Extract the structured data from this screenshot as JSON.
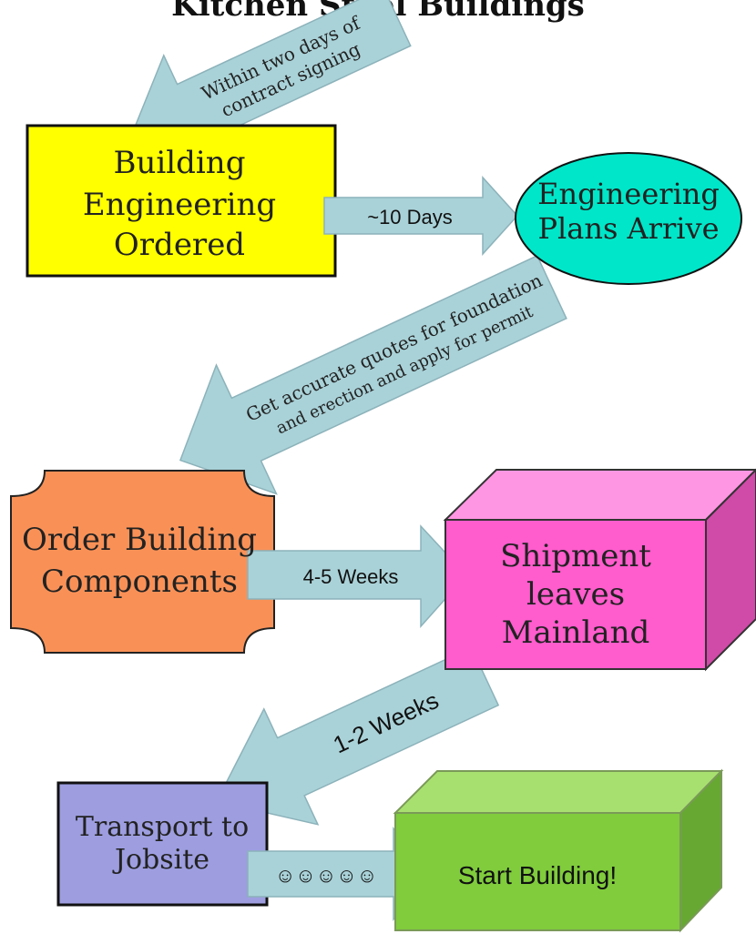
{
  "title": "Kitchen Steel Buildings",
  "nodes": {
    "engineering_ordered": [
      "Building",
      "Engineering",
      "Ordered"
    ],
    "plans_arrive": [
      "Engineering",
      "Plans Arrive"
    ],
    "order_components": [
      "Order Building",
      "Components"
    ],
    "shipment": [
      "Shipment",
      "leaves",
      "Mainland"
    ],
    "transport": [
      "Transport to",
      "Jobsite"
    ],
    "start": "Start Building!"
  },
  "arrows": {
    "contract": [
      "Within two days of",
      "contract signing"
    ],
    "ten_days": "~10 Days",
    "quotes": [
      "Get accurate quotes for foundation",
      "and erection and apply for permit"
    ],
    "four_five_weeks": "4-5 Weeks",
    "one_two_weeks": "1-2 Weeks",
    "smileys": "☺☺☺☺☺"
  },
  "colors": {
    "engineering_ordered": "#ffff00",
    "plans_arrive": "#00e6c8",
    "order_components": "#f99157",
    "shipment_front": "#ff5ccd",
    "shipment_top": "#ff96e3",
    "shipment_side": "#d04aa8",
    "transport": "#9d9de0",
    "start_front": "#80cc3c",
    "start_top": "#a8e070",
    "start_side": "#66a832",
    "arrow_fill": "#a9d2d8",
    "arrow_stroke": "#8cb2ba"
  }
}
